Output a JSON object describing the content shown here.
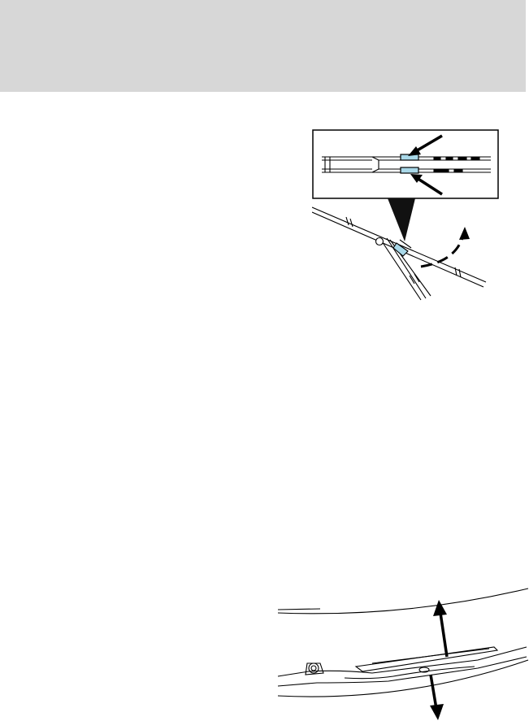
{
  "page": {
    "header_color": "#d7d7d7",
    "highlight_color": "#a9d8e8"
  },
  "figures": [
    {
      "name": "wiper-blade-release-tabs",
      "icon": "wiper-release-illustration"
    },
    {
      "name": "wiper-blade-lift-arm",
      "icon": "wiper-lift-illustration"
    }
  ]
}
